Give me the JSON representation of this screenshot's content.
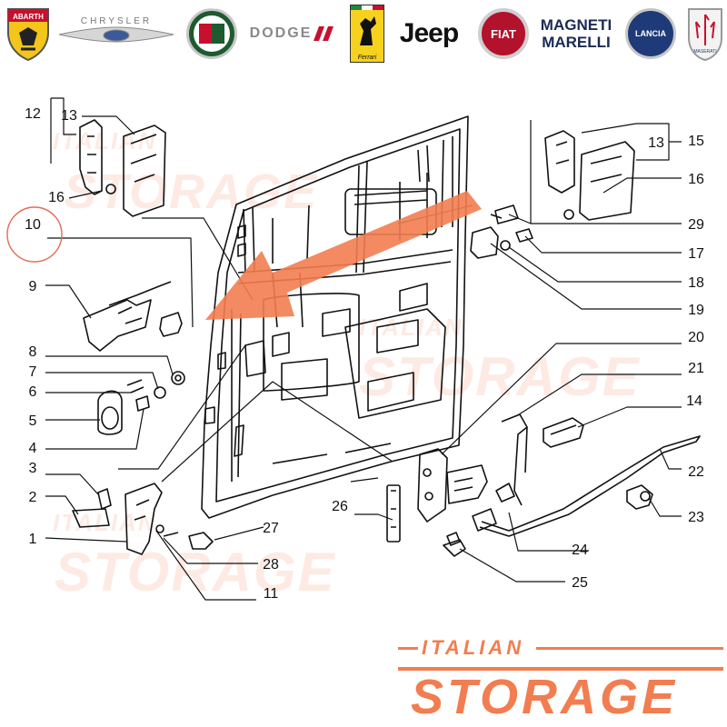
{
  "brands": [
    "ABARTH",
    "CHRYSLER",
    "ALFA ROMEO",
    "DODGE",
    "Ferrari",
    "Jeep",
    "FIAT",
    "MAGNETI MARELLI",
    "LANCIA",
    "MASERATI"
  ],
  "watermark": {
    "line1": "ITALIAN",
    "line2": "STORAGE"
  },
  "footer": {
    "line1": "ITALIAN",
    "line2": "STORAGE"
  },
  "callouts": [
    "1",
    "2",
    "3",
    "4",
    "5",
    "6",
    "7",
    "8",
    "9",
    "10",
    "11",
    "12",
    "13",
    "13",
    "14",
    "15",
    "16",
    "16",
    "17",
    "18",
    "19",
    "20",
    "21",
    "22",
    "23",
    "24",
    "25",
    "26",
    "27",
    "28",
    "29"
  ],
  "colors": {
    "accent": "#f27d50",
    "line": "#111111",
    "jeep_blue": "#1b2a55",
    "fiat_red": "#b2122b",
    "ferrari_yellow": "#f6d21e",
    "lancia_blue": "#1f3a78",
    "highlight_circle": "#e66a55"
  }
}
